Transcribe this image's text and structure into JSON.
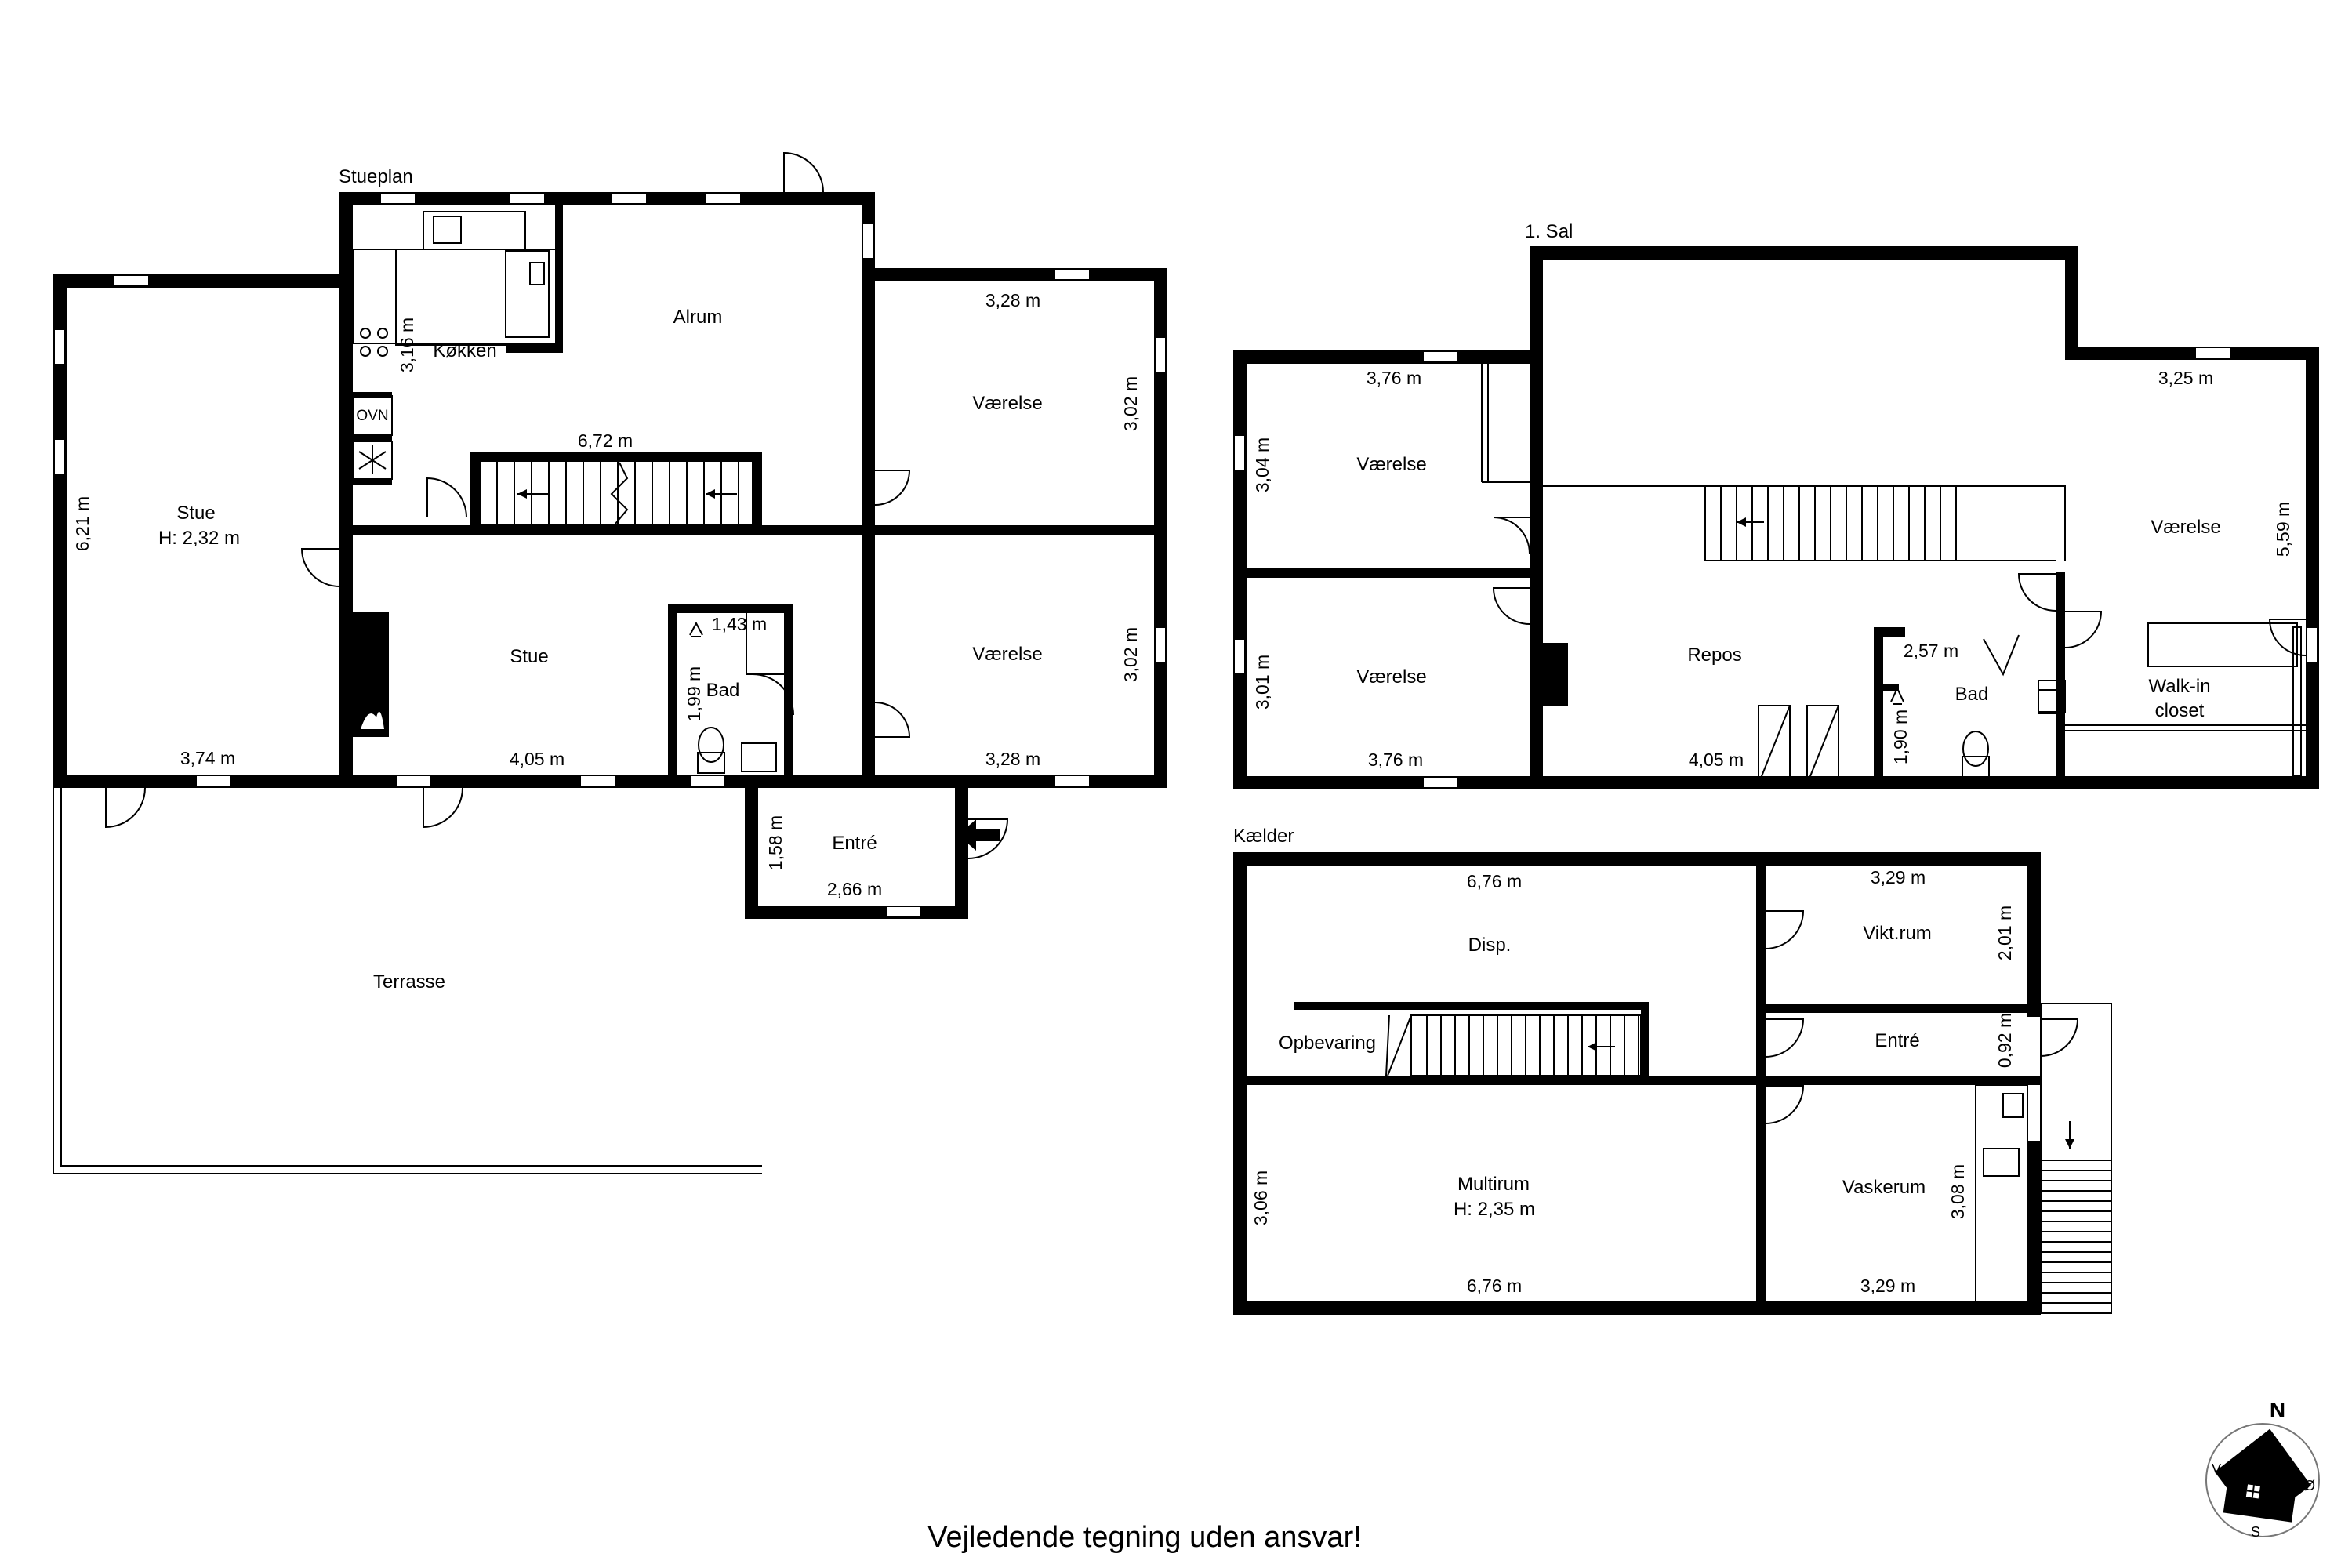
{
  "floors": {
    "stueplan": "Stueplan",
    "sal": "1. Sal",
    "kaelder": "Kælder"
  },
  "ground": {
    "rooms": {
      "stue_left_1": "Stue",
      "stue_left_2": "H: 2,32 m",
      "kokken": "Køkken",
      "alrum": "Alrum",
      "vaerelse_top": "Værelse",
      "vaerelse_bottom": "Værelse",
      "stue_mid": "Stue",
      "bad": "Bad",
      "entre": "Entré",
      "terrasse": "Terrasse",
      "ovn": "OVN"
    },
    "dims": {
      "stue_h": "6,21 m",
      "stue_w": "3,74 m",
      "kokken_h": "3,16 m",
      "alrum_w": "6,72 m",
      "vaer_top_w": "3,28 m",
      "vaer_top_h": "3,02 m",
      "vaer_bot_h": "3,02 m",
      "vaer_bot_w": "3,28 m",
      "stue_mid_w": "4,05 m",
      "bad_w": "1,43 m",
      "bad_h": "1,99 m",
      "entre_h": "1,58 m",
      "entre_w": "2,66 m"
    }
  },
  "first": {
    "rooms": {
      "vaerelse_tl": "Værelse",
      "vaerelse_bl": "Værelse",
      "repos": "Repos",
      "bad": "Bad",
      "vaerelse_r": "Værelse",
      "walkin_1": "Walk-in",
      "walkin_2": "closet"
    },
    "dims": {
      "tl_w": "3,76 m",
      "tl_h": "3,04 m",
      "bl_h": "3,01 m",
      "bl_w": "3,76 m",
      "repos_w": "4,05 m",
      "bad_w": "2,57 m",
      "bad_h": "1,90 m",
      "r_w": "3,25 m",
      "r_h": "5,59 m"
    }
  },
  "basement": {
    "rooms": {
      "disp": "Disp.",
      "opbevaring": "Opbevaring",
      "viktrum": "Vikt.rum",
      "entre": "Entré",
      "multirum_1": "Multirum",
      "multirum_2": "H: 2,35 m",
      "vaskerum": "Vaskerum"
    },
    "dims": {
      "disp_w": "6,76 m",
      "vikt_w": "3,29 m",
      "vikt_h": "2,01 m",
      "entre_h": "0,92 m",
      "multi_h": "3,06 m",
      "multi_w": "6,76 m",
      "vask_h": "3,08 m",
      "vask_w": "3,29 m"
    }
  },
  "compass": {
    "n": "N",
    "v": "V",
    "o": "Ø",
    "s": "S"
  },
  "disclaimer": "Vejledende tegning uden ansvar!"
}
